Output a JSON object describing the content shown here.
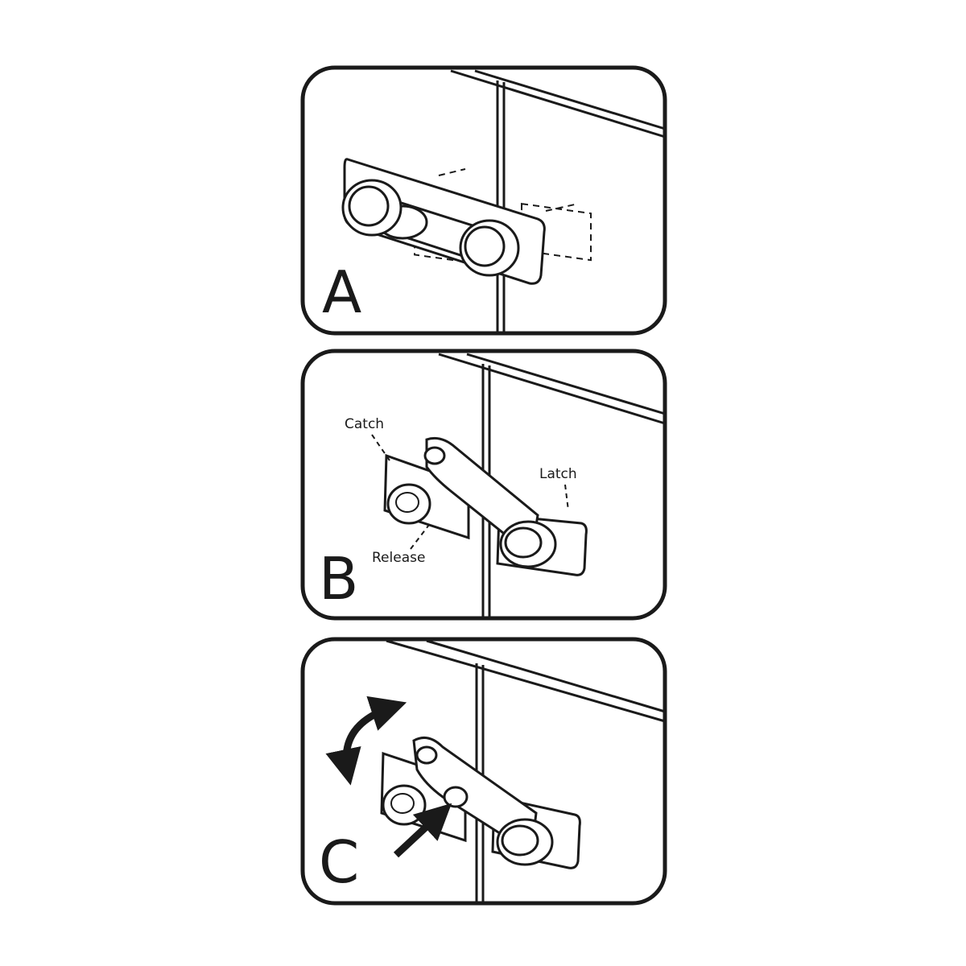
{
  "panels": [
    {
      "id": "A",
      "letter": "A"
    },
    {
      "id": "B",
      "letter": "B",
      "callouts": {
        "catch": "Catch",
        "latch": "Latch",
        "release": "Release"
      }
    },
    {
      "id": "C",
      "letter": "C"
    }
  ],
  "colors": {
    "ink": "#1a1a1a",
    "paper": "#ffffff"
  },
  "icons": [
    "double-arrow-icon",
    "push-arrow-icon"
  ]
}
